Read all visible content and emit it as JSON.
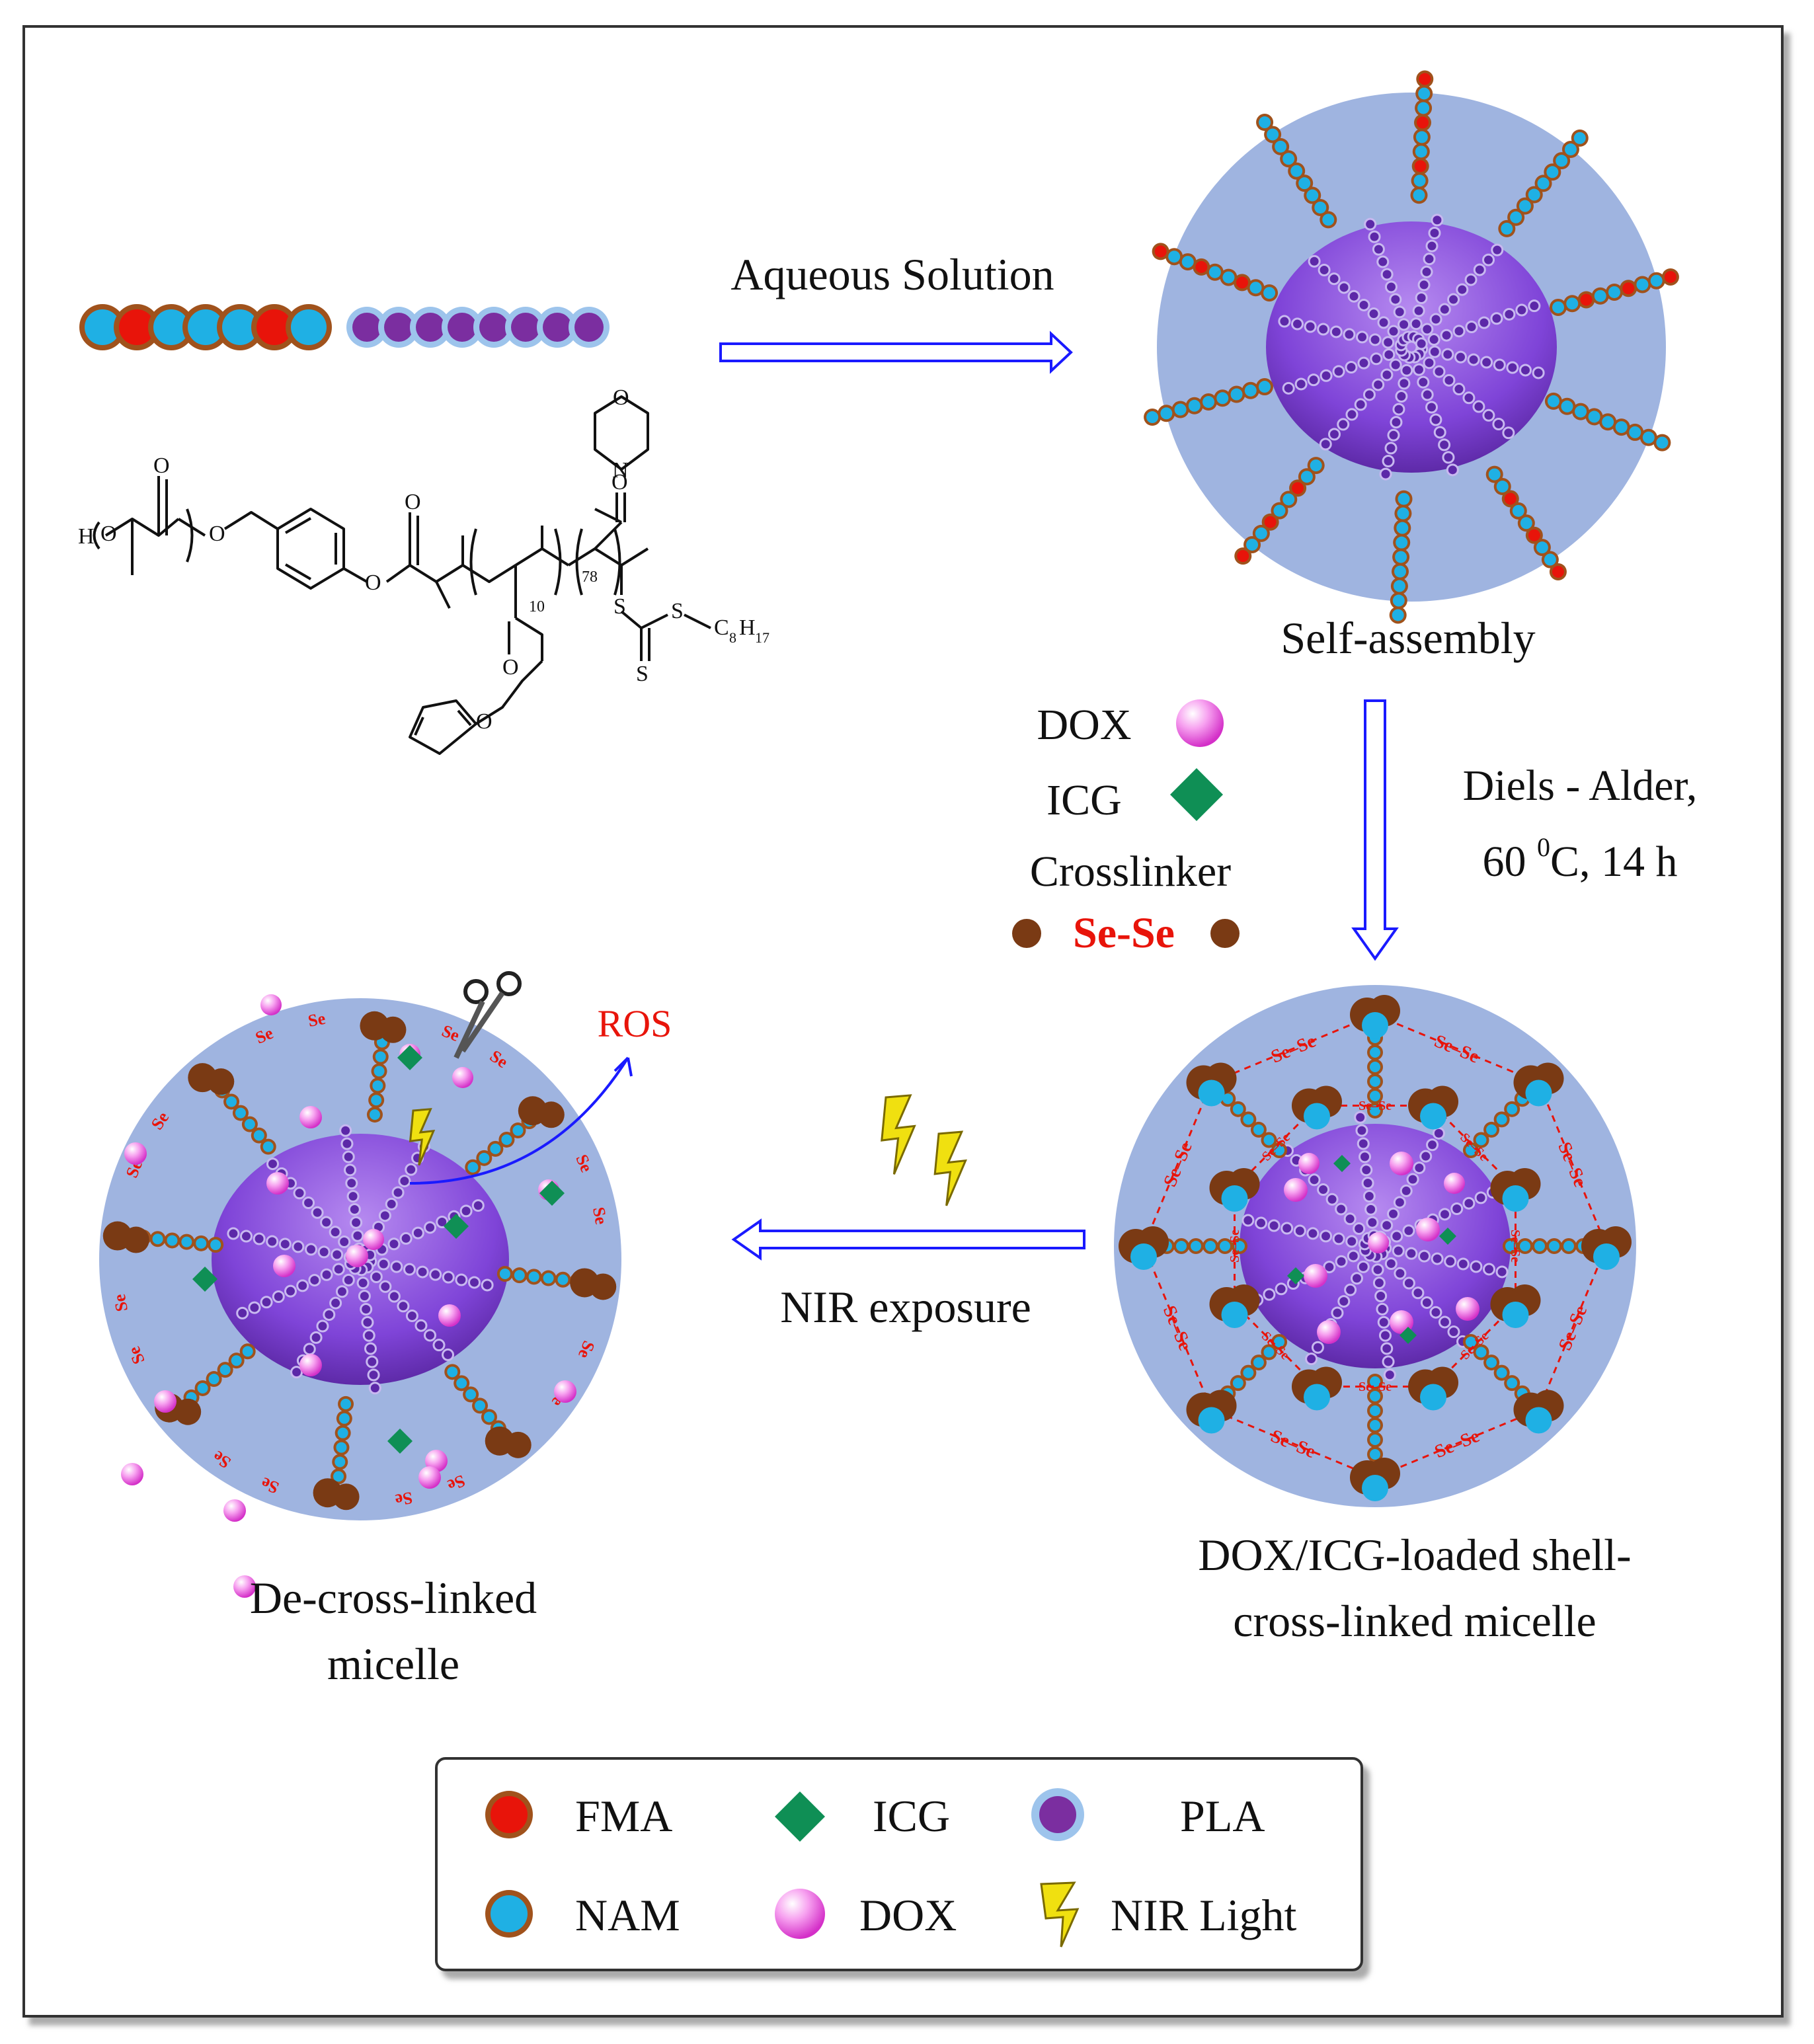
{
  "step1": {
    "label": "Aqueous Solution"
  },
  "micelle1": {
    "caption": "Self-assembly"
  },
  "reagents": {
    "dox": "DOX",
    "icg": "ICG",
    "crosslinker": "Crosslinker",
    "crosslinker_formula": "Se-Se"
  },
  "step2": {
    "line1": "Diels - Alder,",
    "line2_prefix": "60 ",
    "line2_sup": "0",
    "line2_suffix": "C, 14 h"
  },
  "micelle2": {
    "caption_line1": "DOX/ICG-loaded shell-",
    "caption_line2": "cross-linked micelle"
  },
  "step3": {
    "label": "NIR exposure"
  },
  "micelle3": {
    "caption_line1": "De-cross-linked",
    "caption_line2": "micelle",
    "ros_label": "ROS",
    "se_label": "Se"
  },
  "shell_link": {
    "se_label": "Se",
    "dash": "–"
  },
  "structure": {
    "h": "H",
    "o": "O",
    "n": "N",
    "s": "S",
    "sub_10": "10",
    "sub_78": "78",
    "c8h17_c": "C",
    "c8h17_8": "8",
    "c8h17_h": "H",
    "c8h17_17": "17"
  },
  "legend": {
    "fma": "FMA",
    "icg": "ICG",
    "pla": "PLA",
    "nam": "NAM",
    "dox": "DOX",
    "nir": "NIR Light"
  },
  "colors": {
    "fma": "#e8140a",
    "nam": "#1fb0e4",
    "ring_brown": "#a0521c",
    "pla": "#7b2ea0",
    "pla_ring": "#9dc4ec",
    "icg": "#0f8f55",
    "dox": "#f070e6",
    "shell": "#9fb4e0",
    "core": "#7a3fd4",
    "arrow": "#1a1aff",
    "se_text": "#e8140a",
    "bolt": "#f0e010",
    "crosslink_blob": "#7a3a14"
  }
}
